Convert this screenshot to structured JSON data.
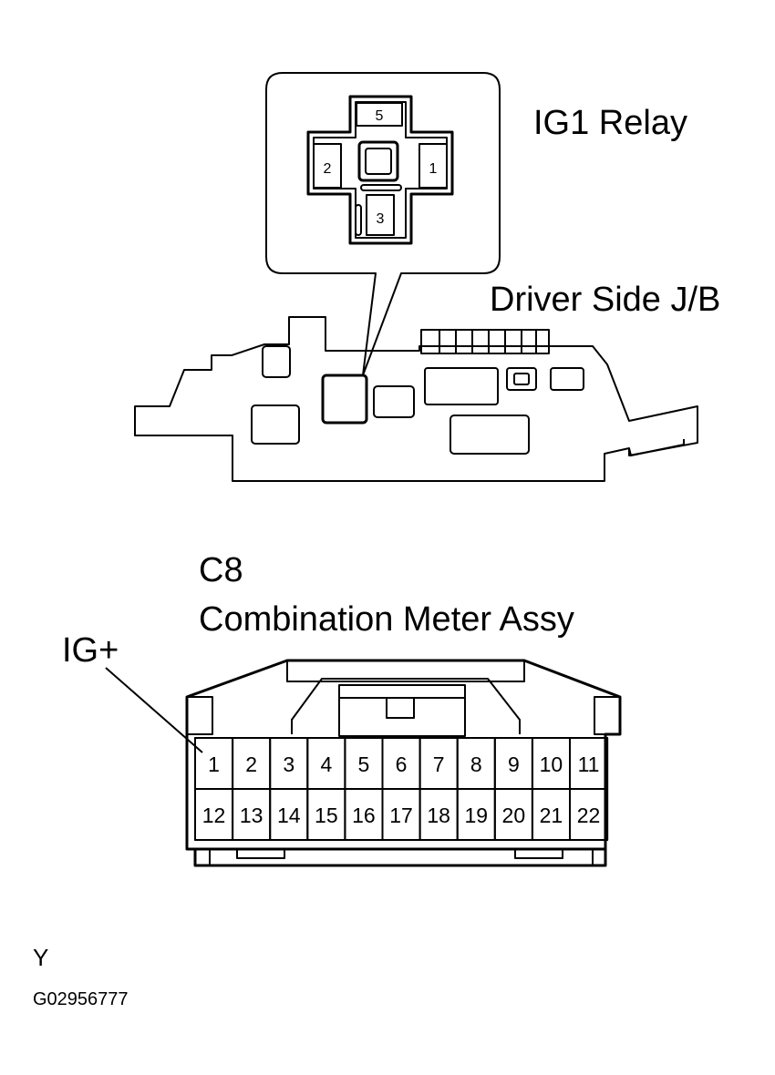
{
  "relay": {
    "title": "IG1 Relay",
    "pins": [
      "5",
      "2",
      "1",
      "3"
    ]
  },
  "junction_box": {
    "title": "Driver Side J/B"
  },
  "connector": {
    "code": "C8",
    "name": "Combination Meter Assy",
    "callout": "IG+",
    "top_row": [
      "1",
      "2",
      "3",
      "4",
      "5",
      "6",
      "7",
      "8",
      "9",
      "10",
      "11"
    ],
    "bottom_row": [
      "12",
      "13",
      "14",
      "15",
      "16",
      "17",
      "18",
      "19",
      "20",
      "21",
      "22"
    ]
  },
  "footer": {
    "letter": "Y",
    "figure_code": "G02956777"
  }
}
